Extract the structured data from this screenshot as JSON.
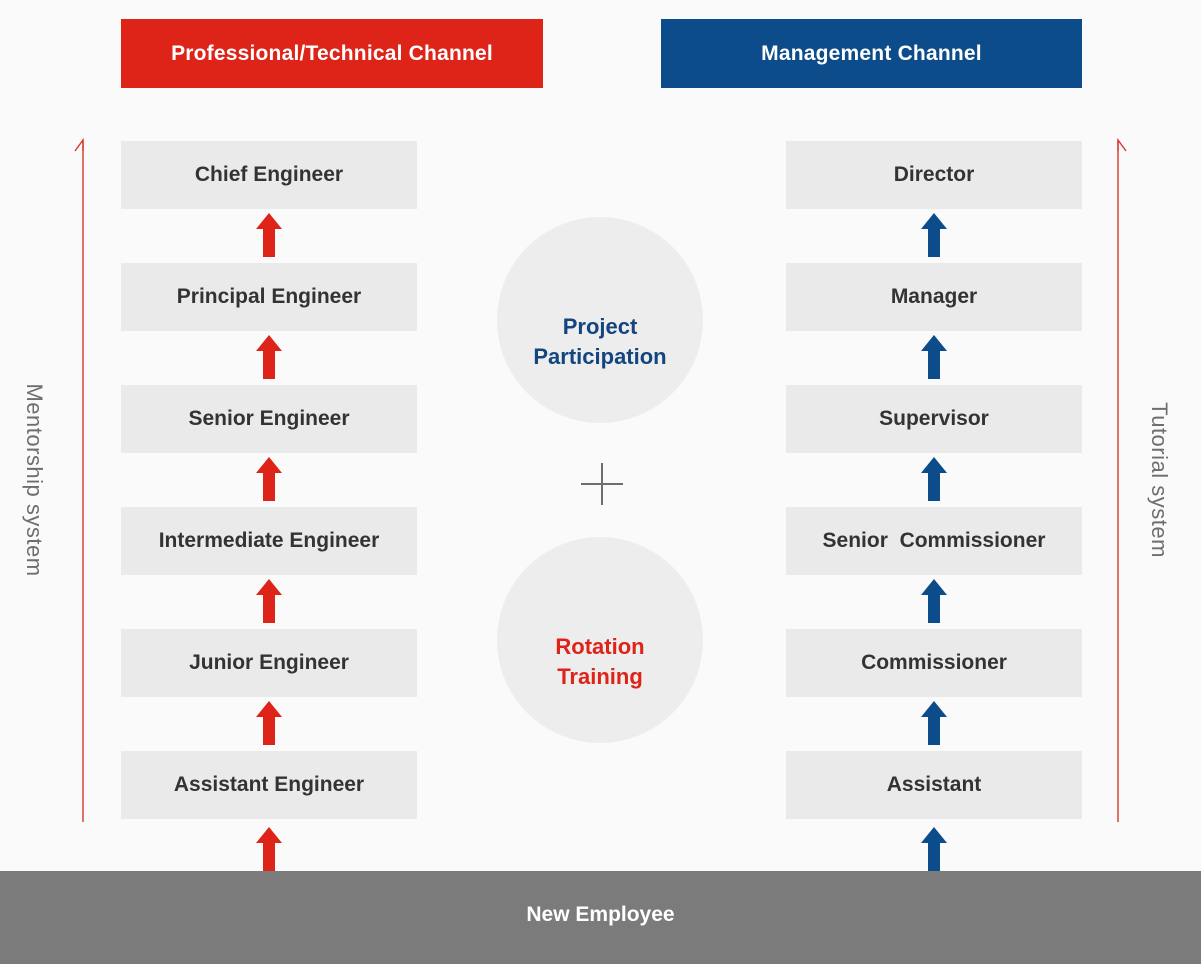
{
  "colors": {
    "background": "#fafafa",
    "professional_header": "#de2318",
    "management_header": "#0c4c8a",
    "rung_fill": "#eaeaea",
    "rung_text": "#333333",
    "arrow_red": "#de2318",
    "arrow_blue": "#0c4c8a",
    "circle_fill": "#ededed",
    "project_text": "#14457f",
    "rotation_text": "#de2318",
    "axis_red": "#d6372b",
    "side_label_text": "#6e6e6e",
    "bottom_bar": "#7b7b7b",
    "bottom_bar_text": "#ffffff",
    "plus_sign": "#6e6e6e"
  },
  "headers": {
    "professional": "Professional/Technical Channel",
    "management": "Management Channel"
  },
  "ladders": {
    "professional": {
      "arrow_color": "#de2318",
      "arrow_icon": "up-arrow-icon",
      "rungs": [
        "Chief Engineer",
        "Principal Engineer",
        "Senior Engineer",
        "Intermediate Engineer",
        "Junior Engineer",
        "Assistant Engineer"
      ]
    },
    "management": {
      "arrow_color": "#0c4c8a",
      "arrow_icon": "up-arrow-icon",
      "rungs": [
        "Director",
        "Manager",
        "Supervisor",
        "Senior  Commissioner",
        "Commissioner",
        "Assistant"
      ]
    }
  },
  "center": {
    "project_circle": {
      "line1": "Project",
      "line2": "Participation"
    },
    "plus": {
      "icon": "plus-icon",
      "symbol": "+"
    },
    "rotation_circle": {
      "line1": "Rotation",
      "line2": "Training"
    }
  },
  "side_systems": {
    "left": {
      "label": "Mentorship system",
      "arrow_icon": "up-arrow-line-icon"
    },
    "right": {
      "label": "Tutorial system",
      "arrow_icon": "up-arrow-line-icon"
    }
  },
  "bottom": {
    "label": "New Employee"
  }
}
